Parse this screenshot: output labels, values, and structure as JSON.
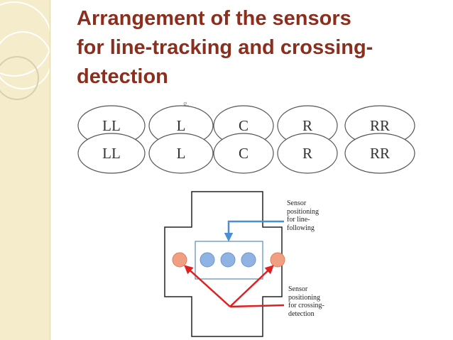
{
  "slide": {
    "title_lines": [
      "Arrangement of the sensors",
      "for line-tracking and crossing-",
      "detection"
    ],
    "stray_mark": "g,"
  },
  "sensor_rows": [
    {
      "labels": [
        "LL",
        "L",
        "C",
        "R",
        "RR"
      ]
    },
    {
      "labels": [
        "LL",
        "L",
        "C",
        "R",
        "RR"
      ]
    }
  ],
  "diagram": {
    "line_following_note": [
      "Sensor",
      "positioning",
      "for line-",
      "following"
    ],
    "crossing_note": [
      "Sensor",
      "positioning",
      "for crossing-",
      "detection"
    ],
    "colors": {
      "line_sensor": "#8fb4e3",
      "crossing_sensor": "#f0a080",
      "line_arrow": "#4a8fd6",
      "crossing_arrow": "#e02020",
      "body_outline": "#222222",
      "sensor_box": "#5b8ab8"
    }
  },
  "theme": {
    "title_color": "#8b2e1e",
    "sidebar_color": "#f5eccb"
  }
}
